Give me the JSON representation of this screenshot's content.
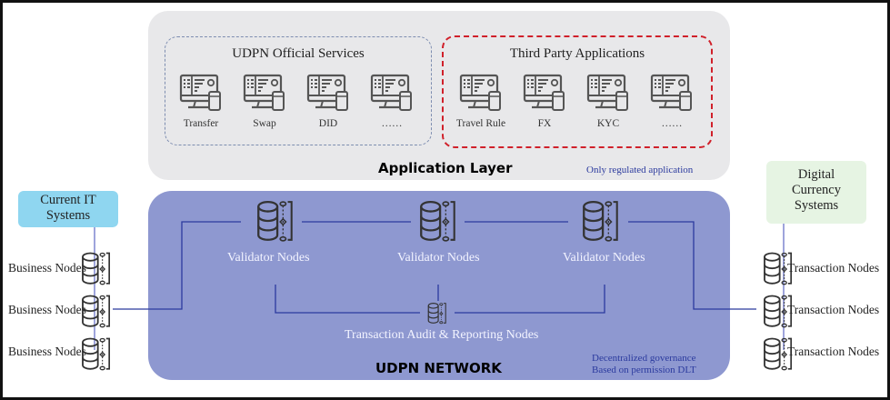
{
  "application_layer": {
    "title": "Application Layer",
    "note": "Only regulated application",
    "official_services": {
      "title": "UDPN Official Services",
      "items": [
        {
          "label": "Transfer",
          "icon": "desktop-mobile-icon"
        },
        {
          "label": "Swap",
          "icon": "desktop-mobile-icon"
        },
        {
          "label": "DID",
          "icon": "desktop-mobile-icon"
        },
        {
          "label": "……",
          "icon": "desktop-mobile-icon"
        }
      ]
    },
    "third_party": {
      "title": "Third Party Applications",
      "items": [
        {
          "label": "Travel Rule",
          "icon": "desktop-mobile-icon"
        },
        {
          "label": "FX",
          "icon": "desktop-mobile-icon"
        },
        {
          "label": "KYC",
          "icon": "desktop-mobile-icon"
        },
        {
          "label": "……",
          "icon": "desktop-mobile-icon"
        }
      ]
    }
  },
  "network": {
    "title": "UDPN NETWORK",
    "note_line1": "Decentralized governance",
    "note_line2": "Based on permission DLT",
    "validators": [
      {
        "label": "Validator Nodes"
      },
      {
        "label": "Validator Nodes"
      },
      {
        "label": "Validator Nodes"
      }
    ],
    "audit": {
      "label": "Transaction Audit & Reporting  Nodes"
    }
  },
  "left": {
    "system": {
      "line1": "Current IT",
      "line2": "Systems"
    },
    "nodes": [
      "Business Nodes",
      "Business Nodes",
      "Business Nodes"
    ]
  },
  "right": {
    "system": {
      "line1": "Digital",
      "line2": "Currency",
      "line3": "Systems"
    },
    "nodes": [
      "Transaction Nodes",
      "Transaction Nodes",
      "Transaction Nodes"
    ]
  },
  "colors": {
    "app_layer_bg": "#e8e8ea",
    "network_bg": "#8e98d0",
    "third_party_border": "#d0202a",
    "official_border": "#7d8db0",
    "connector": "#2b3a9e",
    "it_box": "#8fd6f0",
    "dc_box": "#e6f4e3"
  }
}
